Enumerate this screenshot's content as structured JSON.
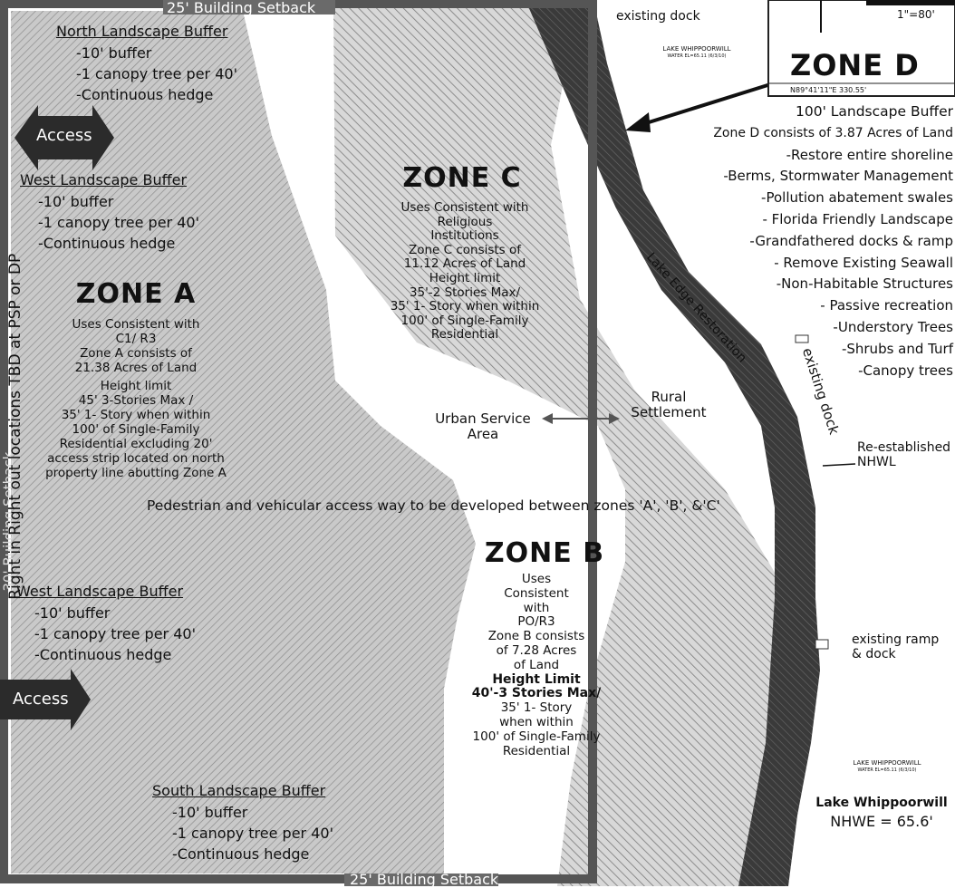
{
  "setbacks": {
    "top": "25' Building Setback",
    "bottom": "25' Building Setback",
    "left": "30' Building Setback"
  },
  "access_note": "Right in Right out locations TBD at PSP or DP",
  "access_label": "Access",
  "north_buffer": {
    "title": "North Landscape Buffer",
    "lines": [
      "-10' buffer",
      "-1 canopy tree per 40'",
      "-Continuous hedge"
    ]
  },
  "west_buffer_1": {
    "title": "West Landscape Buffer",
    "lines": [
      "-10' buffer",
      "-1 canopy tree per 40'",
      "-Continuous hedge"
    ]
  },
  "west_buffer_2": {
    "title": "West Landscape Buffer",
    "lines": [
      "-10' buffer",
      "-1 canopy tree per 40'",
      "-Continuous hedge"
    ]
  },
  "south_buffer": {
    "title": "South Landscape Buffer",
    "lines": [
      "-10' buffer",
      "-1 canopy tree per 40'",
      "-Continuous hedge"
    ]
  },
  "zone_a": {
    "title": "ZONE A",
    "lines": [
      "Uses Consistent with",
      "C1/ R3",
      "Zone A consists of",
      "21.38 Acres of Land",
      "Height limit",
      "45' 3-Stories Max /",
      "35' 1- Story when within",
      "100' of Single-Family",
      "Residential excluding 20'",
      "access strip located on north",
      "property line abutting Zone A"
    ]
  },
  "zone_b": {
    "title": "ZONE B",
    "lines": [
      "Uses",
      "Consistent",
      "with",
      "PO/R3",
      "Zone B consists",
      "of 7.28 Acres",
      "of Land"
    ],
    "height_lines": [
      "Height Limit",
      "40'-3 Stories Max/"
    ],
    "lines2": [
      "35' 1- Story",
      "when within",
      "100' of Single-Family",
      "Residential"
    ]
  },
  "zone_c": {
    "title": "ZONE C",
    "lines": [
      "Uses Consistent with",
      "Religious",
      "Institutions",
      "Zone C consists of",
      "11.12 Acres of Land",
      "Height limit",
      "35'-2 Stories Max/",
      "35' 1- Story when within",
      "100' of Single-Family",
      "Residential"
    ]
  },
  "zone_d": {
    "title": "ZONE D",
    "lines": [
      "100' Landscape Buffer",
      "Zone D consists of 3.87 Acres of Land",
      "-Restore entire shoreline",
      "-Berms, Stormwater Management",
      "-Pollution abatement swales",
      "- Florida Friendly Landscape",
      "-Grandfathered docks & ramp",
      "- Remove Existing Seawall",
      "-Non-Habitable Structures",
      "- Passive recreation",
      "-Understory Trees",
      "-Shrubs and Turf",
      "-Canopy trees"
    ]
  },
  "pedestrian_note": "Pedestrian and vehicular access way to be developed between zones 'A', 'B', &'C'",
  "urban_service": "Urban Service\nArea",
  "rural_settlement": "Rural\nSettlement",
  "lake_edge": "Lake Edge Restoration",
  "existing_dock_top": "existing dock",
  "existing_dock_mid": "existing dock",
  "existing_ramp": "existing ramp\n& dock",
  "nhwl": "Re-established\nNHWL",
  "lake_small_1": {
    "name": "LAKE WHIPPOORWILL",
    "water": "WATER EL=65.11 (6/3/10)"
  },
  "lake_small_2": {
    "name": "LAKE WHIPPOORWILL",
    "water": "WATER EL=65.11 (6/3/10)"
  },
  "lake_label": {
    "name": "Lake Whippoorwill",
    "nhwe": "NHWE = 65.6'"
  },
  "scale": "1\"=80'",
  "bearing": "N89°41'11\"E 330.55'",
  "colors": {
    "zone_a_fill": "#c4c4c4",
    "zone_d_fill": "#3a3a3a",
    "setback": "#555555",
    "arrow_dark": "#2b2b2b"
  }
}
